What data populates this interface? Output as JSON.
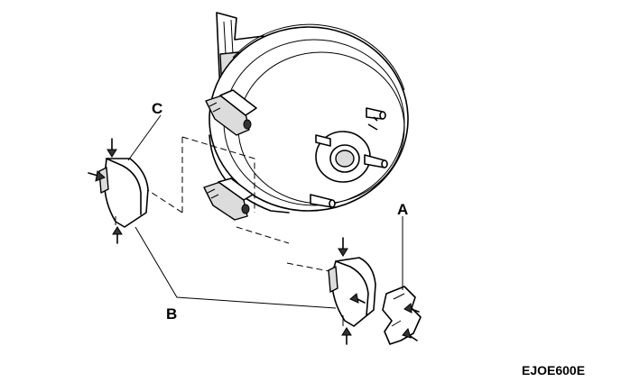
{
  "diagram": {
    "callouts": {
      "a": "A",
      "b": "B",
      "c": "C"
    },
    "figure_code": "EJOE600E"
  }
}
